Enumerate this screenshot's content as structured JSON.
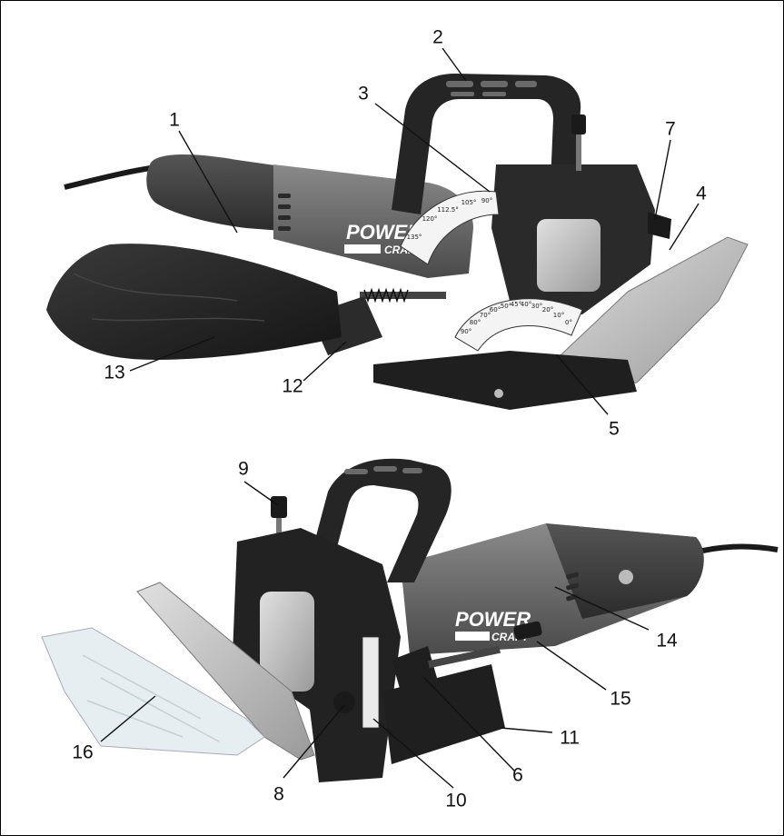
{
  "figure": {
    "brand": {
      "line1": "POWER",
      "line2": "CRAFT"
    },
    "scale_top_marks": [
      "135°",
      "120°",
      "112.5°",
      "105°",
      "90°"
    ],
    "scale_bottom_marks": [
      "90°",
      "80°",
      "70°",
      "60°",
      "50°",
      "45°",
      "40°",
      "30°",
      "20°",
      "10°",
      "0°"
    ],
    "callouts": [
      {
        "id": "1",
        "part": "1"
      },
      {
        "id": "2",
        "part": "2"
      },
      {
        "id": "3",
        "part": "3"
      },
      {
        "id": "4",
        "part": "4"
      },
      {
        "id": "5",
        "part": "5"
      },
      {
        "id": "6",
        "part": "6"
      },
      {
        "id": "7",
        "part": "7"
      },
      {
        "id": "8",
        "part": "8"
      },
      {
        "id": "9",
        "part": "9"
      },
      {
        "id": "10",
        "part": "10"
      },
      {
        "id": "11",
        "part": "11"
      },
      {
        "id": "12",
        "part": "12"
      },
      {
        "id": "13",
        "part": "13"
      },
      {
        "id": "14",
        "part": "14"
      },
      {
        "id": "15",
        "part": "15"
      },
      {
        "id": "16",
        "part": "16"
      }
    ]
  },
  "colors": {
    "body_gray": "#6e6e6e",
    "dark_plastic": "#2a2a2a",
    "rubber_grip": "#3a3a3a",
    "metal": "#b8b8b8",
    "clear_plate": "#e6eef2",
    "bag": "#1f1f1f"
  }
}
